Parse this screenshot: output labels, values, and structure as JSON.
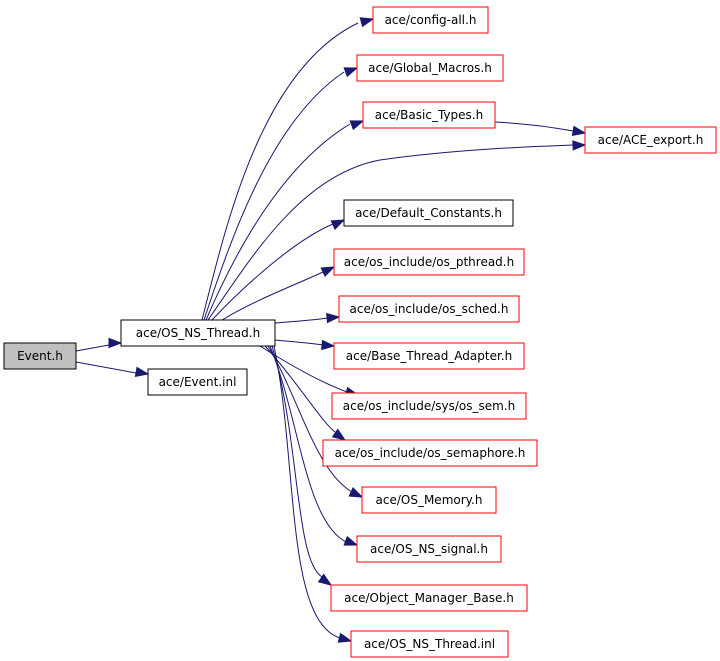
{
  "colors": {
    "edge": "#191970",
    "border_documented": "#000000",
    "border_undocumented": "#ff0000",
    "fill_current": "#bfbfbf",
    "fill_default": "#ffffff"
  },
  "nodes": [
    {
      "id": "event_h",
      "label": "Event.h",
      "style": "current"
    },
    {
      "id": "os_ns_thread_h",
      "label": "ace/OS_NS_Thread.h",
      "style": "documented"
    },
    {
      "id": "event_inl",
      "label": "ace/Event.inl",
      "style": "documented"
    },
    {
      "id": "config_all",
      "label": "ace/config-all.h",
      "style": "undocumented"
    },
    {
      "id": "global_macros",
      "label": "ace/Global_Macros.h",
      "style": "undocumented"
    },
    {
      "id": "basic_types",
      "label": "ace/Basic_Types.h",
      "style": "undocumented"
    },
    {
      "id": "ace_export",
      "label": "ace/ACE_export.h",
      "style": "undocumented"
    },
    {
      "id": "default_constants",
      "label": "ace/Default_Constants.h",
      "style": "documented"
    },
    {
      "id": "os_pthread",
      "label": "ace/os_include/os_pthread.h",
      "style": "undocumented"
    },
    {
      "id": "os_sched",
      "label": "ace/os_include/os_sched.h",
      "style": "undocumented"
    },
    {
      "id": "base_thread_adapter",
      "label": "ace/Base_Thread_Adapter.h",
      "style": "undocumented"
    },
    {
      "id": "os_sem",
      "label": "ace/os_include/sys/os_sem.h",
      "style": "undocumented"
    },
    {
      "id": "os_semaphore",
      "label": "ace/os_include/os_semaphore.h",
      "style": "undocumented"
    },
    {
      "id": "os_memory",
      "label": "ace/OS_Memory.h",
      "style": "undocumented"
    },
    {
      "id": "os_ns_signal",
      "label": "ace/OS_NS_signal.h",
      "style": "undocumented"
    },
    {
      "id": "object_manager_base",
      "label": "ace/Object_Manager_Base.h",
      "style": "undocumented"
    },
    {
      "id": "os_ns_thread_inl",
      "label": "ace/OS_NS_Thread.inl",
      "style": "undocumented"
    }
  ],
  "edges": [
    {
      "from": "event_h",
      "to": "os_ns_thread_h"
    },
    {
      "from": "event_h",
      "to": "event_inl"
    },
    {
      "from": "os_ns_thread_h",
      "to": "config_all"
    },
    {
      "from": "os_ns_thread_h",
      "to": "global_macros"
    },
    {
      "from": "os_ns_thread_h",
      "to": "basic_types"
    },
    {
      "from": "os_ns_thread_h",
      "to": "ace_export"
    },
    {
      "from": "basic_types",
      "to": "ace_export"
    },
    {
      "from": "os_ns_thread_h",
      "to": "default_constants"
    },
    {
      "from": "os_ns_thread_h",
      "to": "os_pthread"
    },
    {
      "from": "os_ns_thread_h",
      "to": "os_sched"
    },
    {
      "from": "os_ns_thread_h",
      "to": "base_thread_adapter"
    },
    {
      "from": "os_ns_thread_h",
      "to": "os_sem"
    },
    {
      "from": "os_ns_thread_h",
      "to": "os_semaphore"
    },
    {
      "from": "os_ns_thread_h",
      "to": "os_memory"
    },
    {
      "from": "os_ns_thread_h",
      "to": "os_ns_signal"
    },
    {
      "from": "os_ns_thread_h",
      "to": "object_manager_base"
    },
    {
      "from": "os_ns_thread_h",
      "to": "os_ns_thread_inl"
    }
  ]
}
